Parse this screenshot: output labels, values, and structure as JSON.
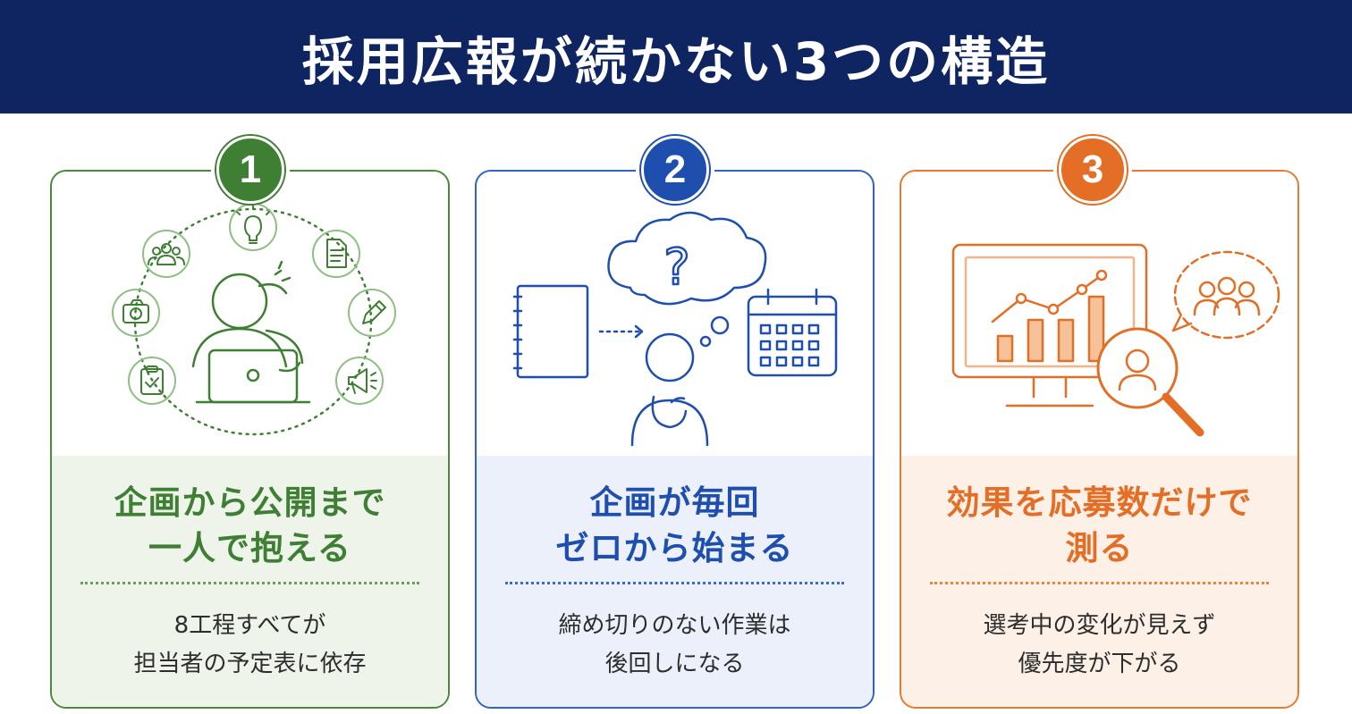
{
  "title": "採用広報が続かない3つの構造",
  "colors": {
    "header_bg": "#0f2562",
    "green": "#3f7f34",
    "blue": "#1f4fae",
    "orange": "#e46e25"
  },
  "cards": [
    {
      "number": "1",
      "title_lines": [
        "企画から公開まで",
        "一人で抱える"
      ],
      "desc_lines": [
        "8工程すべてが",
        "担当者の予定表に依存"
      ],
      "icons": [
        "team-icon",
        "lightbulb-icon",
        "document-icon",
        "pencil-icon",
        "megaphone-icon",
        "clipboard-check-icon",
        "camera-icon",
        "stressed-person-laptop-icon"
      ]
    },
    {
      "number": "2",
      "title_lines": [
        "企画が毎回",
        "ゼロから始まる"
      ],
      "desc_lines": [
        "締め切りのない作業は",
        "後回しになる"
      ],
      "icons": [
        "notebook-icon",
        "arrow-icon",
        "question-bubble-icon",
        "thinking-person-icon",
        "calendar-icon"
      ]
    },
    {
      "number": "3",
      "title_lines": [
        "効果を応募数だけで",
        "測る"
      ],
      "desc_lines": [
        "選考中の変化が見えず",
        "優先度が下がる"
      ],
      "icons": [
        "monitor-chart-icon",
        "magnifier-person-icon",
        "group-bubble-icon"
      ]
    }
  ]
}
